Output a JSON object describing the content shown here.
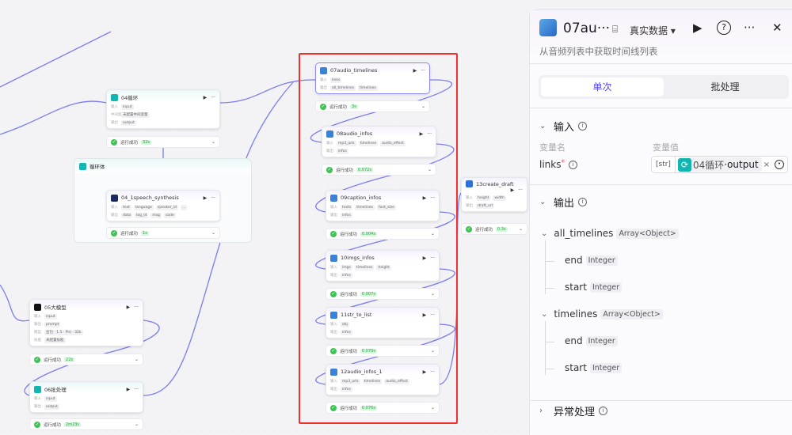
{
  "canvas": {
    "loop_body_label": "循环体",
    "input_label": "输入",
    "output_label": "输出",
    "status_label": "运行成功",
    "nodes": [
      {
        "id": "n04",
        "title": "04循环",
        "icon": "loop-icon",
        "color": "#13b5b1",
        "teal": true,
        "rows": [
          [
            "输入",
            [
              "input"
            ]
          ],
          [
            "中间变量",
            [
              "未配置中间变量"
            ]
          ],
          [
            "输出",
            [
              "output"
            ]
          ]
        ],
        "time": "32s"
      },
      {
        "id": "n041",
        "title": "04_1speech_synthesis",
        "icon": "plugin-icon",
        "color": "#1b2a5a",
        "rows": [
          [
            "输入",
            [
              "text",
              "language",
              "speaker_id",
              "..."
            ]
          ],
          [
            "输出",
            [
              "data",
              "log_id",
              "msg",
              "code"
            ]
          ]
        ],
        "time": "1s"
      },
      {
        "id": "n05",
        "title": "05大模型",
        "icon": "llm-icon",
        "color": "#111111",
        "rows": [
          [
            "输入",
            [
              "input"
            ]
          ],
          [
            "输出",
            [
              "prompt"
            ]
          ],
          [
            "模型",
            [
              "豆包 · 1.5 · Pro · 32k"
            ]
          ],
          [
            "技能",
            [
              "未配置技能"
            ]
          ]
        ],
        "time": "22s"
      },
      {
        "id": "n06",
        "title": "06批处理",
        "icon": "batch-icon",
        "color": "#13b5b1",
        "teal": true,
        "rows": [
          [
            "输入",
            [
              "input"
            ]
          ],
          [
            "输出",
            [
              "output"
            ]
          ]
        ],
        "time": "2m23s"
      },
      {
        "id": "n07",
        "title": "07audio_timelines",
        "icon": "code-icon",
        "color": "#3b82d6",
        "selected": true,
        "rows": [
          [
            "输入",
            [
              "links"
            ]
          ],
          [
            "输出",
            [
              "all_timelines",
              "timelines"
            ]
          ]
        ],
        "time": "3s"
      },
      {
        "id": "n08",
        "title": "08audio_infos",
        "icon": "code-icon",
        "color": "#3b82d6",
        "rows": [
          [
            "输入",
            [
              "mp3_urls",
              "timelines",
              "audio_effect"
            ]
          ],
          [
            "输出",
            [
              "infos"
            ]
          ]
        ],
        "time": "0.072s"
      },
      {
        "id": "n09",
        "title": "09caption_infos",
        "icon": "code-icon",
        "color": "#3b82d6",
        "rows": [
          [
            "输入",
            [
              "texts",
              "timelines",
              "font_size"
            ]
          ],
          [
            "输出",
            [
              "infos"
            ]
          ]
        ],
        "time": "0.004s"
      },
      {
        "id": "n10",
        "title": "10imgs_infos",
        "icon": "code-icon",
        "color": "#3b82d6",
        "rows": [
          [
            "输入",
            [
              "imgs",
              "timelines",
              "height"
            ]
          ],
          [
            "输出",
            [
              "infos"
            ]
          ]
        ],
        "time": "0.007s"
      },
      {
        "id": "n11",
        "title": "11str_to_list",
        "icon": "code-icon",
        "color": "#3b82d6",
        "rows": [
          [
            "输入",
            [
              "obj"
            ]
          ],
          [
            "输出",
            [
              "infos"
            ]
          ]
        ],
        "time": "0.070s"
      },
      {
        "id": "n12",
        "title": "12audio_infos_1",
        "icon": "code-icon",
        "color": "#3b82d6",
        "rows": [
          [
            "输入",
            [
              "mp3_urls",
              "timelines",
              "audio_effect"
            ]
          ],
          [
            "输出",
            [
              "infos"
            ]
          ]
        ],
        "time": "0.076s"
      },
      {
        "id": "n13",
        "title": "13create_draft",
        "icon": "plugin-icon",
        "color": "#2f6fd6",
        "rows": [
          [
            "输入",
            [
              "height",
              "width"
            ]
          ],
          [
            "输出",
            [
              "draft_url"
            ]
          ]
        ],
        "time": "0.3s"
      }
    ]
  },
  "panel": {
    "title": "07au···",
    "mock_icon": "mock-data-icon",
    "data_mode": "真实数据",
    "description": "从音频列表中获取时间线列表",
    "tabs": [
      {
        "label": "单次",
        "active": true
      },
      {
        "label": "批处理",
        "active": false
      }
    ],
    "input_section": "输入",
    "col_name": "变量名",
    "col_value": "变量值",
    "input_var": {
      "name": "links",
      "required_mark": "*",
      "type": "[str]",
      "ref_node": "04循环",
      "ref_field": "output",
      "sep": " · "
    },
    "output_section": "输出",
    "outputs": [
      {
        "name": "all_timelines",
        "type": "Array<Object>",
        "children": [
          {
            "name": "end",
            "type": "Integer"
          },
          {
            "name": "start",
            "type": "Integer"
          }
        ]
      },
      {
        "name": "timelines",
        "type": "Array<Object>",
        "children": [
          {
            "name": "end",
            "type": "Integer"
          },
          {
            "name": "start",
            "type": "Integer"
          }
        ]
      }
    ],
    "error_section": "异常处理",
    "accent": "#5147ff"
  }
}
